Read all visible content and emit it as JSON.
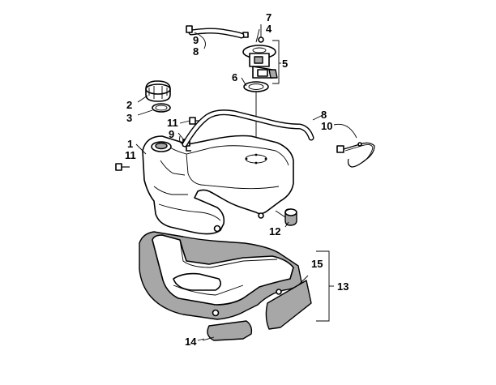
{
  "callouts": {
    "c1": "1",
    "c2": "2",
    "c3": "3",
    "c4": "4",
    "c5": "5",
    "c6": "6",
    "c7": "7",
    "c8a": "8",
    "c8b": "8",
    "c9a": "9",
    "c9b": "9",
    "c10": "10",
    "c11a": "11",
    "c11b": "11",
    "c12": "12",
    "c13": "13",
    "c14": "14",
    "c15": "15"
  }
}
